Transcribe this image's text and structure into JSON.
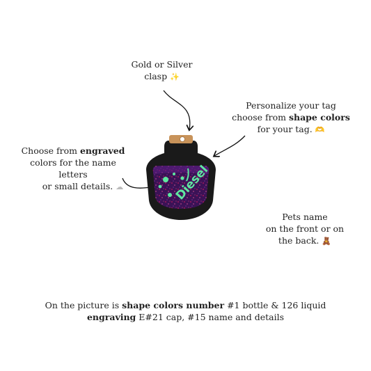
{
  "annotations": {
    "clasp": {
      "line1": "Gold or Silver",
      "line2": "clasp",
      "emoji": "✨"
    },
    "personalize": {
      "line1": "Personalize your tag",
      "line2_pre": "choose from ",
      "line2_bold": "shape colors",
      "line3": "for your tag.",
      "emoji": "🫶"
    },
    "engraved": {
      "line1_pre": "Choose from ",
      "line1_bold": "engraved",
      "line2": "colors for the name letters",
      "line3": "or small details.",
      "emoji": "☁"
    },
    "pets": {
      "line1": "Pets name",
      "line2": "on the front or on",
      "line3": "the back.",
      "emoji": "🧸"
    }
  },
  "caption": {
    "line1_pre": "On the picture is ",
    "line1_bold": "shape colors number",
    "line1_post": " #1 bottle & 126 liquid",
    "line2_bold": "engraving",
    "line2_post": "  E#21 cap, #15 name and details"
  },
  "tag": {
    "name": "Diesel",
    "colors": {
      "body": "#1a1a1a",
      "glitter_base": "#3b1256",
      "glitter_accent": "#c2185b",
      "engraving": "#5ee8a0",
      "clasp": "#c8935a"
    }
  }
}
